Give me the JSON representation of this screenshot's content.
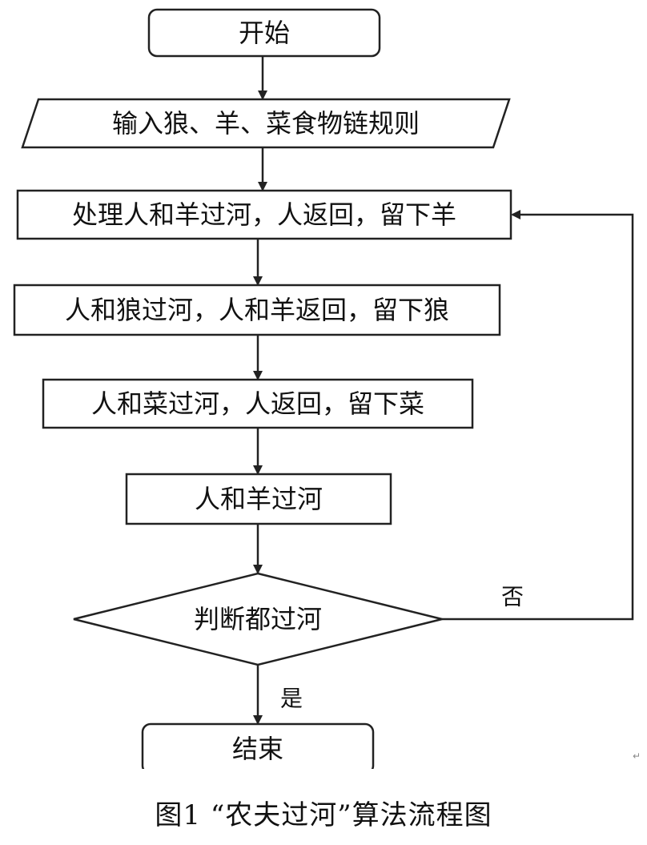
{
  "nodes": {
    "start": "开始",
    "input": "输入狼、羊、菜食物链规则",
    "step1": "处理人和羊过河，人返回，留下羊",
    "step2": "人和狼过河，人和羊返回，留下狼",
    "step3": "人和菜过河，人返回，留下菜",
    "step4": "人和羊过河",
    "decision": "判断都过河",
    "end": "结束"
  },
  "edges": {
    "no_label": "否",
    "yes_label": "是"
  },
  "marks": {
    "paragraph_return": "↵"
  },
  "caption": "图1 “农夫过河”算法流程图"
}
